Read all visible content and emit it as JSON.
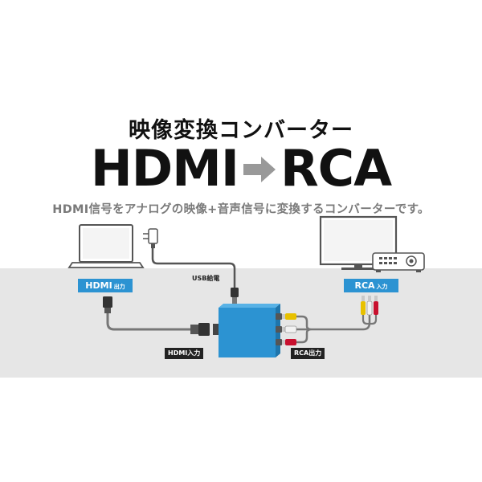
{
  "header": {
    "subtitle": "映像変換コンバーター",
    "title_left": "HDMI",
    "title_right": "RCA",
    "description": "HDMI信号をアナログの映像+音声信号に変換するコンバーターです。"
  },
  "labels": {
    "hdmi_out_main": "HDMI",
    "hdmi_out_sub": "出力",
    "rca_in_main": "RCA",
    "rca_in_sub": "入力",
    "usb_power": "USB給電",
    "hdmi_in": "HDMI入力",
    "rca_out": "RCA出力"
  },
  "colors": {
    "accent": "#2c93d2",
    "band": "#e6e6e6",
    "arrow": "#999999"
  },
  "icons": {
    "laptop": "laptop-icon",
    "adapter": "usb-power-adapter-icon",
    "monitor": "monitor-icon",
    "projector": "projector-icon",
    "converter": "converter-box-icon"
  }
}
